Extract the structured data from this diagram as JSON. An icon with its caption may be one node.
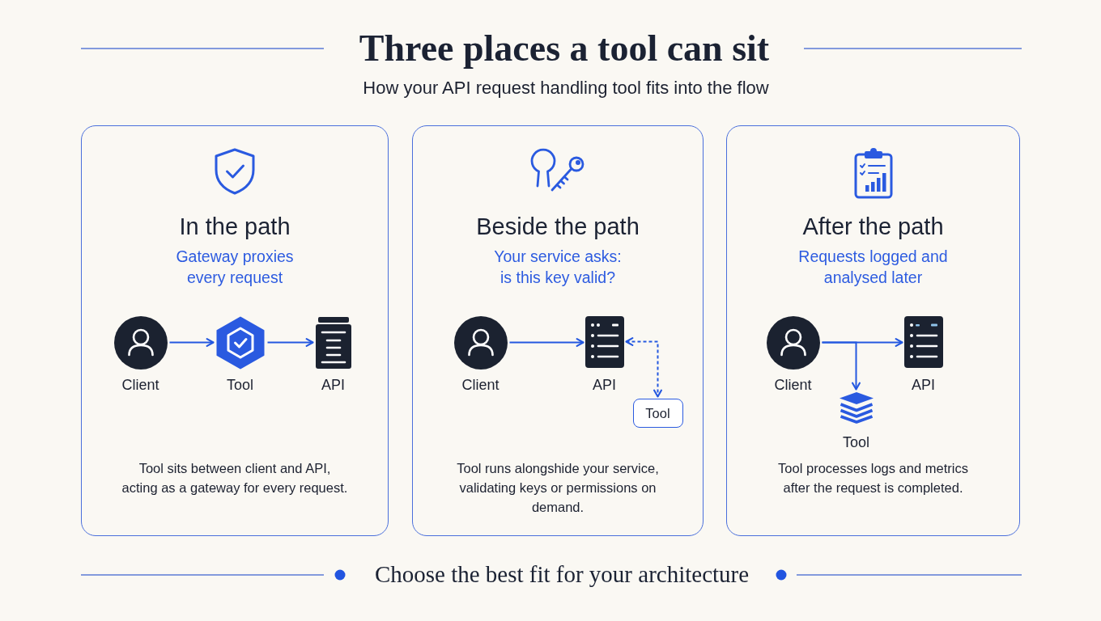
{
  "diagram": {
    "title": "Three places a tool can sit",
    "caption": "Choose the best fit for your architecture",
    "nodes": [
      {
        "text": [
          "In the path",
          "Gateway proxies every request",
          "Tool sits between client and API, acting as a gateway for every request."
        ]
      },
      {
        "text": [
          "Client"
        ],
        "in": 0
      },
      {
        "text": [
          "Tool"
        ],
        "in": 0
      },
      {
        "text": [
          "API"
        ],
        "in": 0
      },
      {
        "text": [
          "Beside the path",
          "Your service asks: is this key valid?",
          "Tool runs alongshide your service, validating keys or permissions on demand."
        ]
      },
      {
        "text": [
          "Client"
        ],
        "in": 4
      },
      {
        "text": [
          "API"
        ],
        "in": 4
      },
      {
        "text": [
          "Tool"
        ],
        "in": 4
      },
      {
        "text": [
          "After the path",
          "Requests logged and analysed later",
          "Tool processes logs and metrics after the request is completed."
        ]
      },
      {
        "text": [
          "Client"
        ],
        "in": 8
      },
      {
        "text": [
          "API"
        ],
        "in": 8
      },
      {
        "text": [
          "Tool"
        ],
        "in": 8
      }
    ],
    "edges": [
      {
        "from": 1,
        "to": 2,
        "arrow": "to"
      },
      {
        "from": 2,
        "to": 3,
        "arrow": "to"
      },
      {
        "from": 5,
        "to": 6,
        "arrow": "to"
      },
      {
        "from": 6,
        "to": 7,
        "arrow": "both",
        "style": "dashed"
      },
      {
        "from": 9,
        "to": 10,
        "arrow": "to"
      },
      {
        "from": 9,
        "to": 11,
        "arrow": "to"
      }
    ],
    "labels": [
      "How your API request handling tool fits into the flow"
    ]
  }
}
